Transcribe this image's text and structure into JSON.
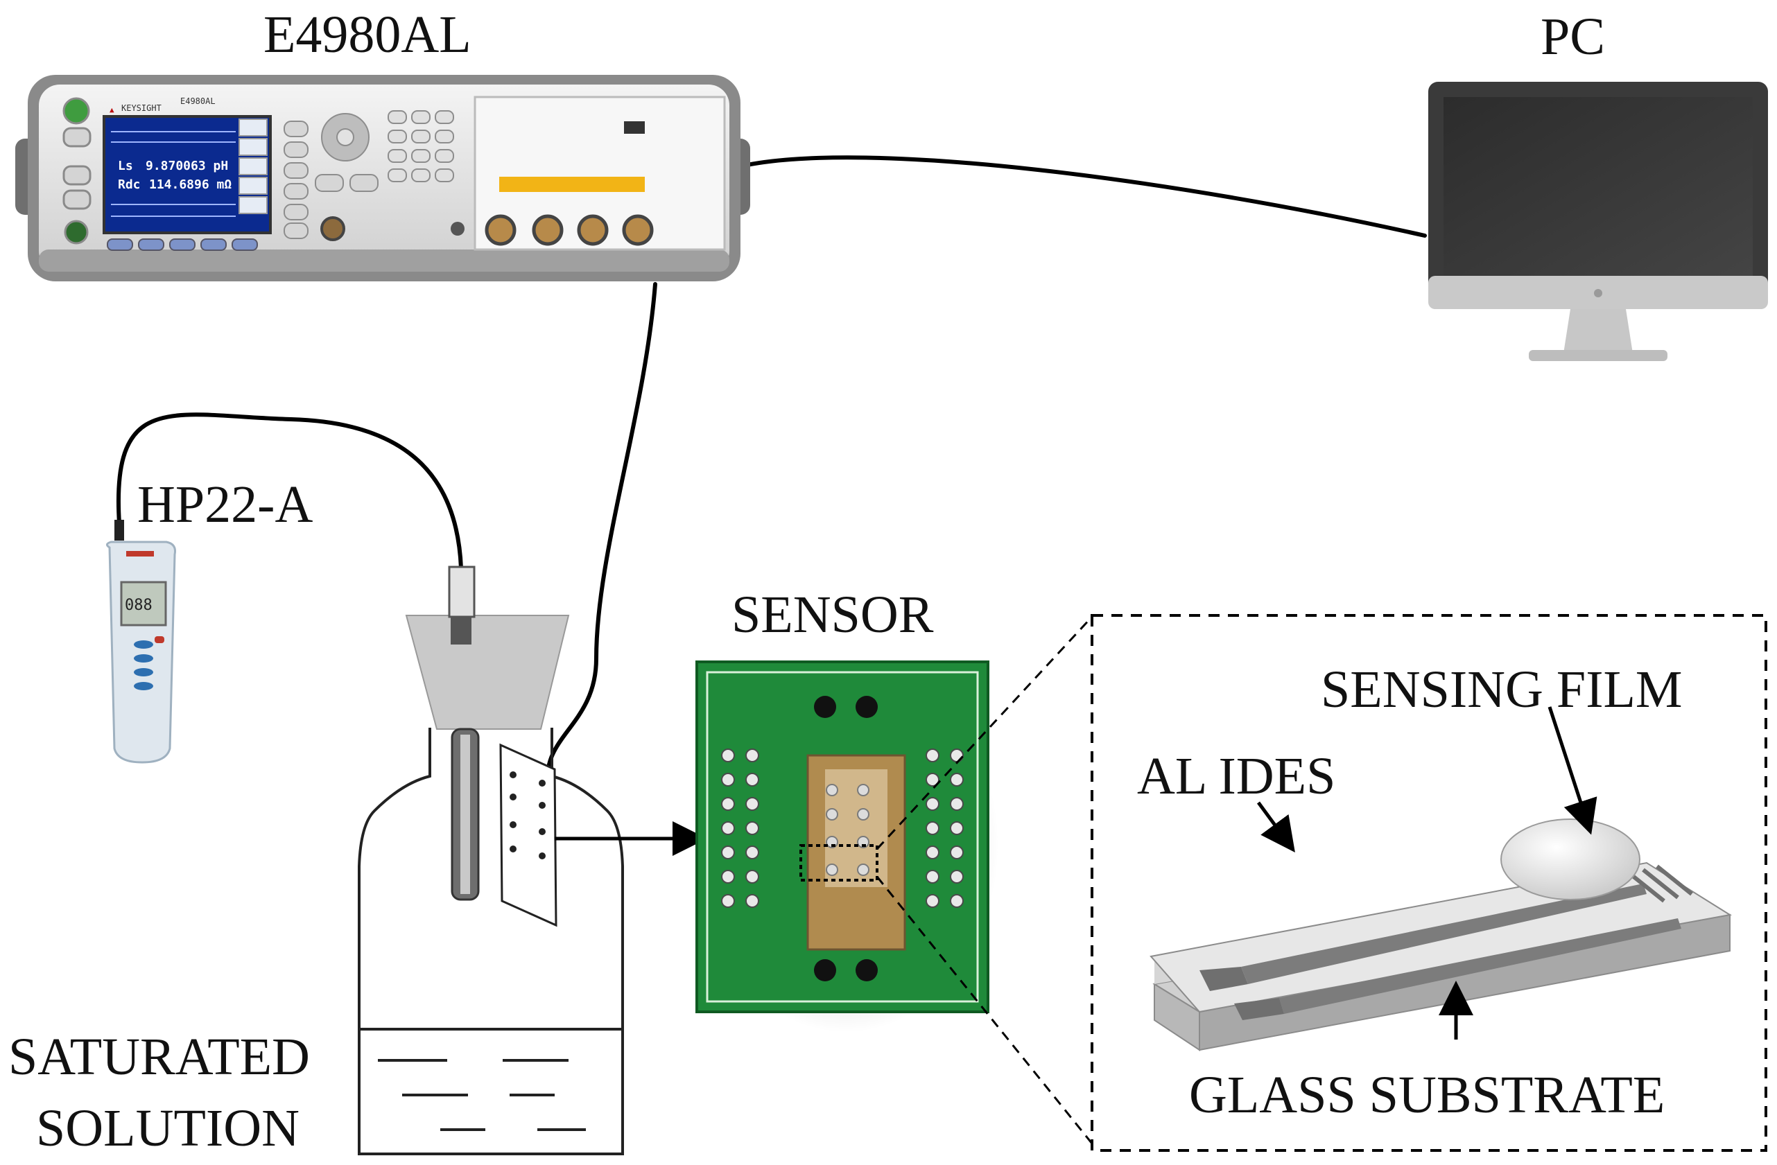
{
  "labels": {
    "instrument": "E4980AL",
    "pc": "PC",
    "meter": "HP22-A",
    "sensor": "SENSOR",
    "sensing_film": "SENSING FILM",
    "al_ides": "AL IDES",
    "glass_substrate": "GLASS SUBSTRATE",
    "solution_line1": "SATURATED",
    "solution_line2": "SOLUTION"
  },
  "instrument_screen": {
    "brand": "KEYSIGHT",
    "model": "E4980AL",
    "reading1_param": "Ls",
    "reading1_value": "9.870063 pH",
    "reading2_param": "Rdc",
    "reading2_value": "114.6896 mΩ"
  },
  "colors": {
    "pcb_green": "#1f8a3a",
    "instrument_body": "#e6e6e6",
    "instrument_screen": "#0b2a8f",
    "meter_body": "#dfe7ee",
    "warning_yellow": "#f2b416",
    "monitor_frame": "#3a3a3a"
  },
  "icons": {
    "instrument": "lcr-meter-icon",
    "pc": "monitor-icon",
    "meter": "handheld-hygrometer-icon",
    "bottle": "bottle-icon",
    "probe": "probe-icon",
    "sensor": "pcb-sensor-icon",
    "ides": "ide-chip-icon"
  }
}
